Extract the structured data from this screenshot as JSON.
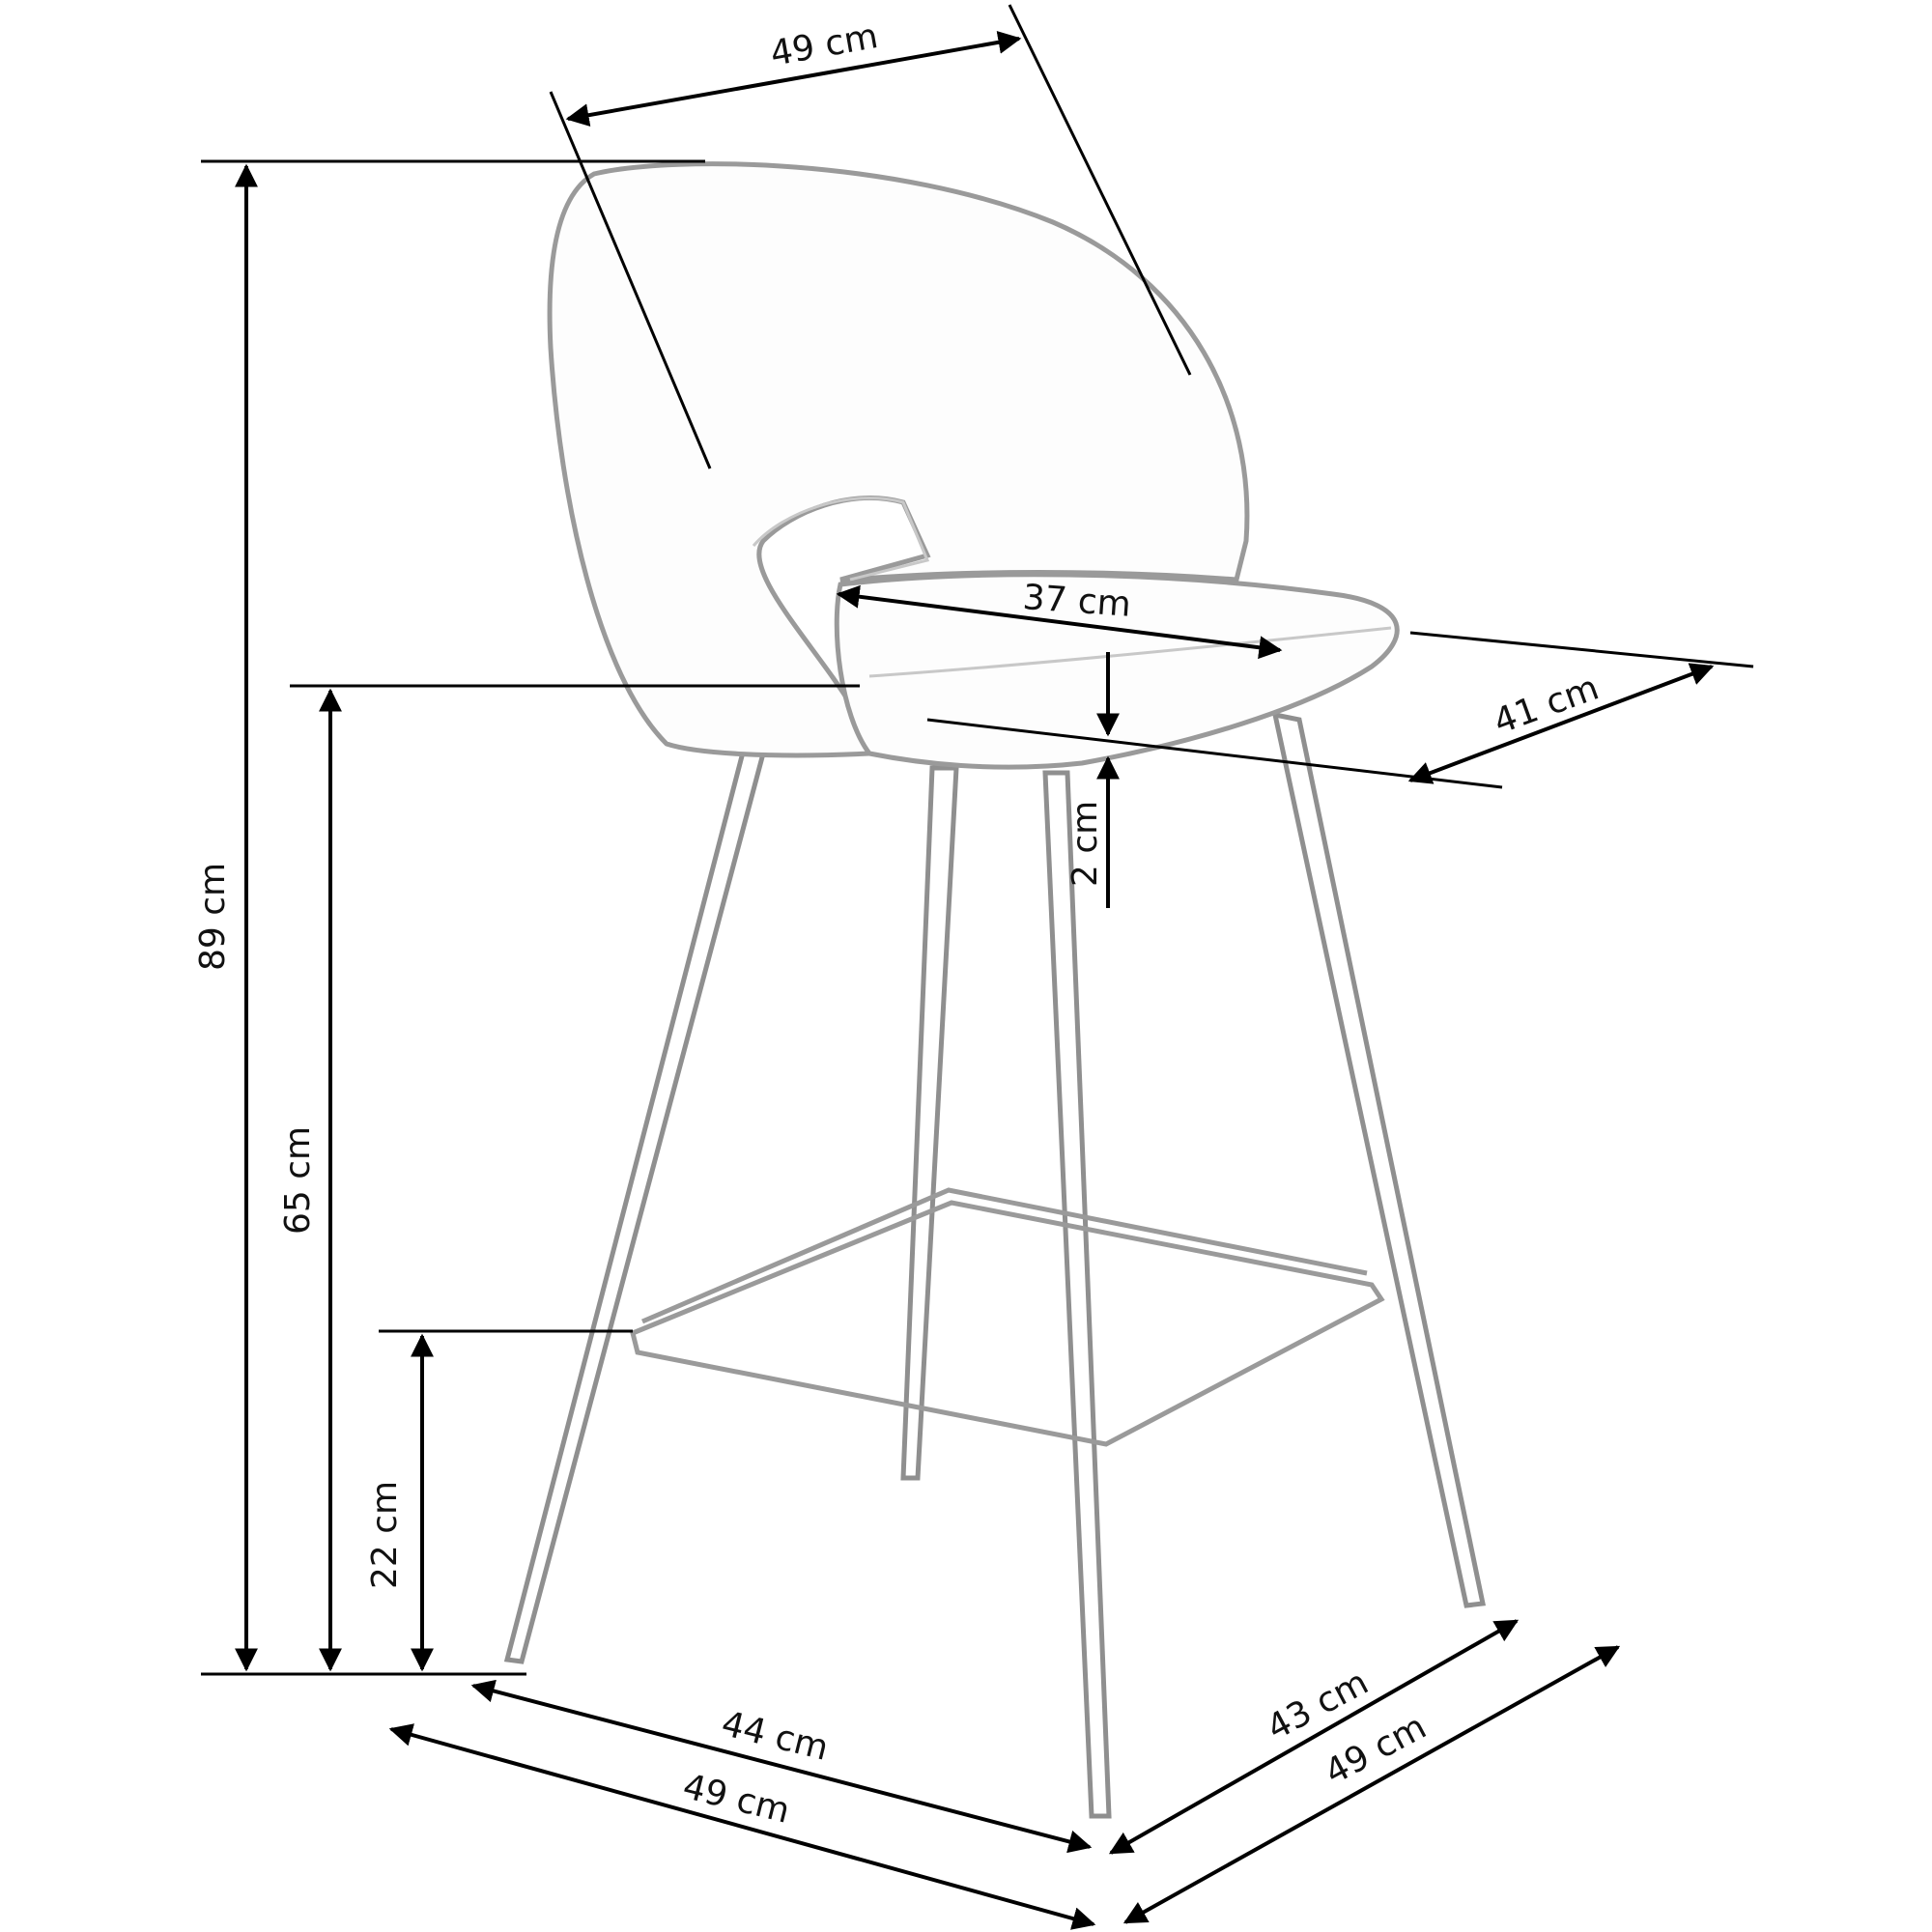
{
  "diagram": {
    "subject": "Bar stool with upholstered open-back seat and four metal legs with footrest",
    "colors": {
      "dimension_lines": "#000000",
      "chair_outline": "#9a9a9a",
      "background": "#ffffff"
    },
    "dimensions": {
      "backrest_width": "49 cm",
      "seat_width": "37 cm",
      "seat_depth": "41 cm",
      "seat_thickness": "2 cm",
      "total_height": "89 cm",
      "seat_height": "65 cm",
      "footrest_height": "22 cm",
      "leg_span_front": "44 cm",
      "overall_width_front": "49 cm",
      "leg_span_side": "43 cm",
      "overall_depth_side": "49 cm"
    }
  }
}
